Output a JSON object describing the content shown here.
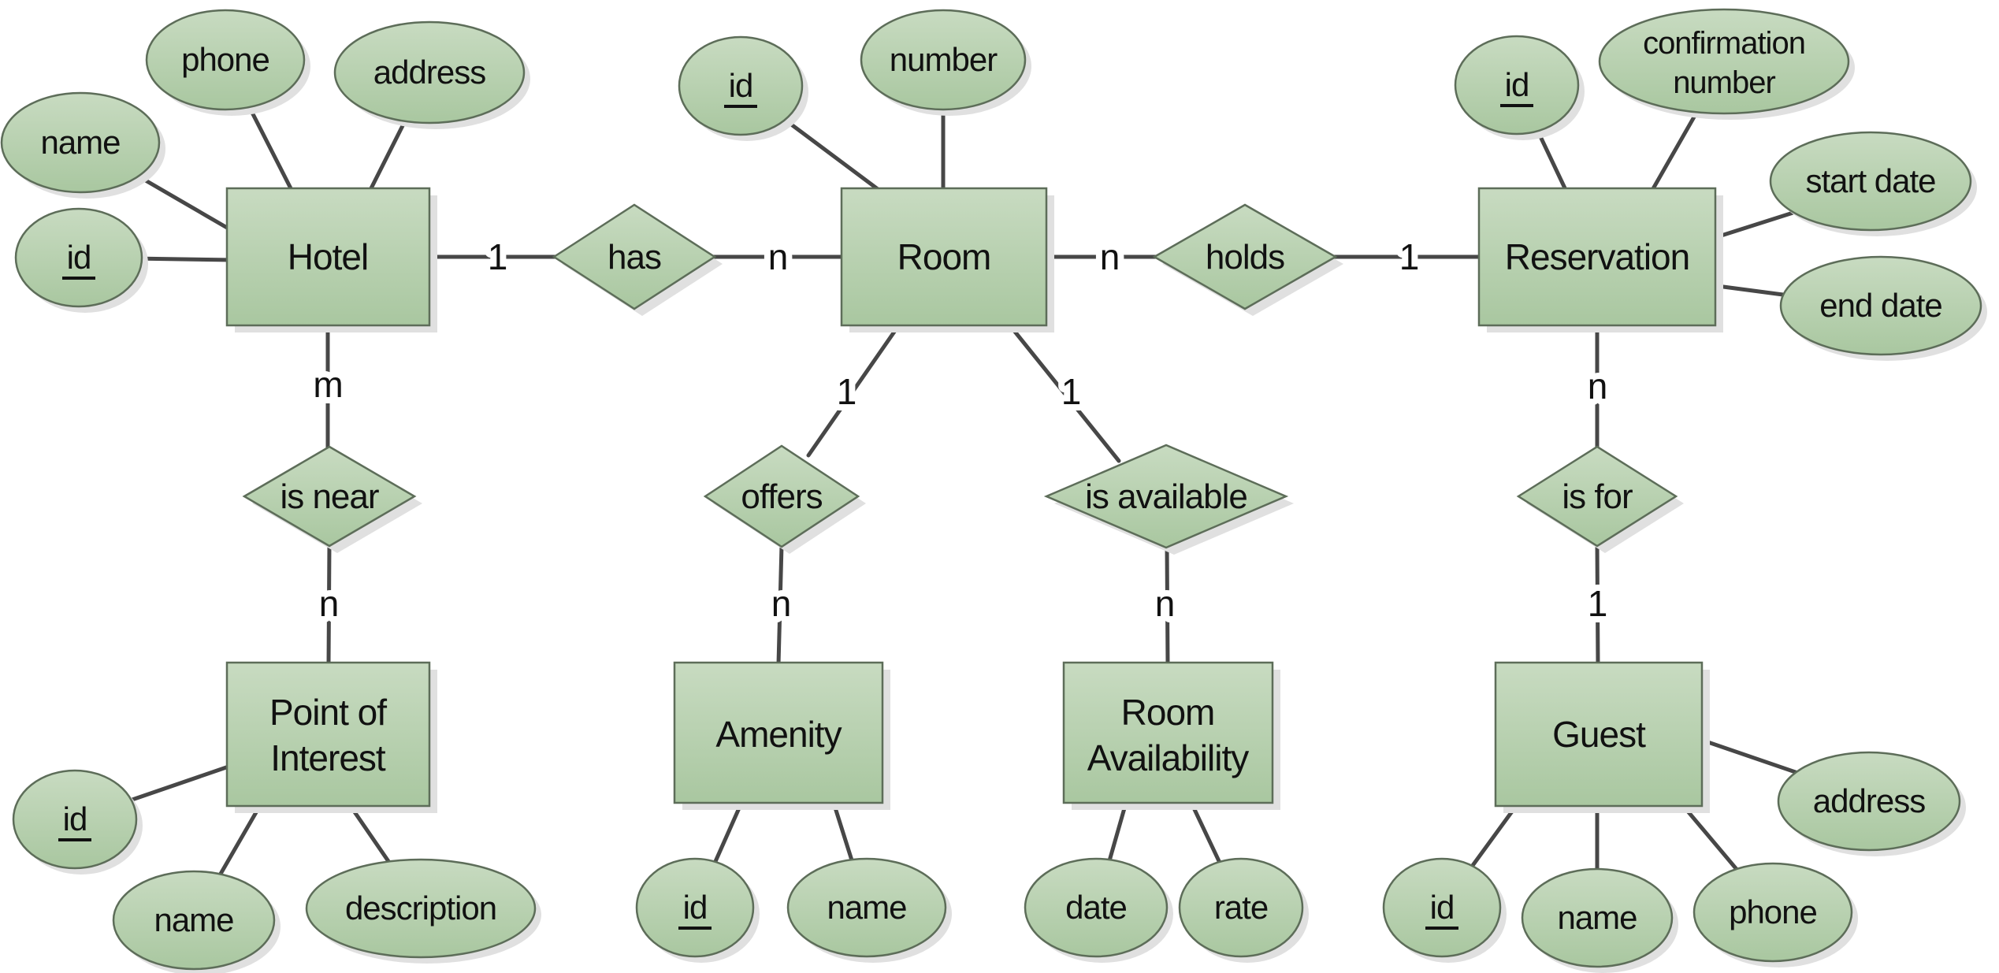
{
  "diagram": {
    "type": "entity-relationship-diagram",
    "colors": {
      "shape_fill_top": "#c8dbc1",
      "shape_fill_bottom": "#a9c7a0",
      "shape_border": "#5d6d59",
      "edge_line": "#474747",
      "shadow": "#e0e0e0",
      "text": "#111111",
      "background": "#ffffff"
    }
  },
  "entities": {
    "hotel": {
      "label": "Hotel",
      "attributes": {
        "id": "id",
        "name": "name",
        "phone": "phone",
        "address": "address"
      }
    },
    "room": {
      "label": "Room",
      "attributes": {
        "id": "id",
        "number": "number"
      }
    },
    "reservation": {
      "label": "Reservation",
      "attributes": {
        "id": "id",
        "confirmation_number_line1": "confirmation",
        "confirmation_number_line2": "number",
        "start_date": "start date",
        "end_date": "end date"
      }
    },
    "point_of_interest": {
      "label_line1": "Point of",
      "label_line2": "Interest",
      "attributes": {
        "id": "id",
        "name": "name",
        "description": "description"
      }
    },
    "amenity": {
      "label": "Amenity",
      "attributes": {
        "id": "id",
        "name": "name"
      }
    },
    "room_availability": {
      "label_line1": "Room",
      "label_line2": "Availability",
      "attributes": {
        "date": "date",
        "rate": "rate"
      }
    },
    "guest": {
      "label": "Guest",
      "attributes": {
        "id": "id",
        "name": "name",
        "phone": "phone",
        "address": "address"
      }
    }
  },
  "relationships": {
    "has": {
      "label": "has",
      "cardinality_hotel": "1",
      "cardinality_room": "n"
    },
    "holds": {
      "label": "holds",
      "cardinality_room": "n",
      "cardinality_reservation": "1"
    },
    "is_near": {
      "label": "is near",
      "cardinality_hotel": "m",
      "cardinality_point_of_interest": "n"
    },
    "offers": {
      "label": "offers",
      "cardinality_room": "1",
      "cardinality_amenity": "n"
    },
    "is_available": {
      "label": "is available",
      "cardinality_room": "1",
      "cardinality_room_availability": "n"
    },
    "is_for": {
      "label": "is for",
      "cardinality_reservation": "n",
      "cardinality_guest": "1"
    }
  }
}
